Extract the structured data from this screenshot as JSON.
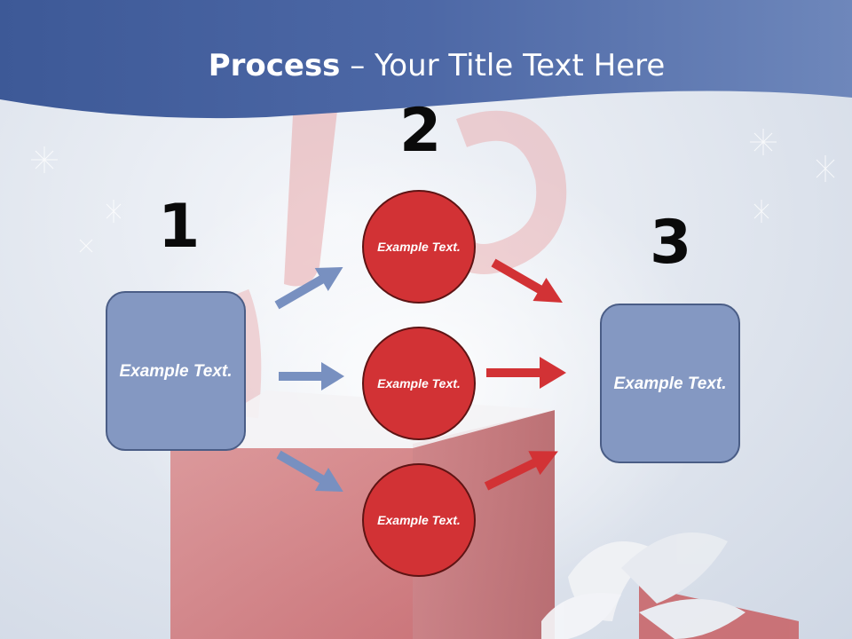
{
  "title": {
    "bold": "Process",
    "rest": " – Your Title Text Here"
  },
  "steps": [
    {
      "number": "1",
      "label": "Example Text."
    },
    {
      "number": "2"
    },
    {
      "number": "3",
      "label": "Example Text."
    }
  ],
  "circles": [
    {
      "label": "Example Text."
    },
    {
      "label": "Example Text."
    },
    {
      "label": "Example Text."
    }
  ],
  "colors": {
    "title_band": "#4a66a3",
    "box_fill": "#8498c2",
    "circle_fill": "#d23235",
    "arrow_blue": "#7890c0",
    "arrow_red": "#d23235"
  }
}
